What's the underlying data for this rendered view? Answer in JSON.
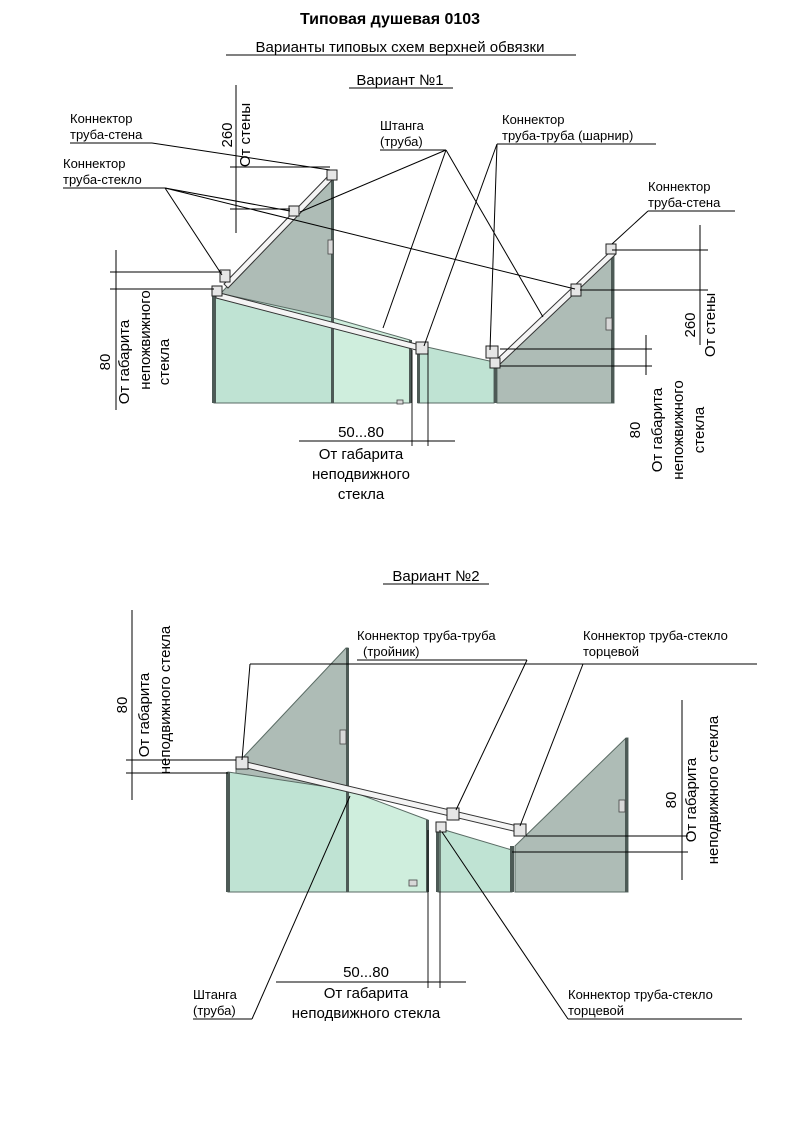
{
  "title": "Типовая душевая 0103",
  "subtitle": "Варианты типовых схем верхней обвязки",
  "variant1": {
    "heading": "Вариант №1",
    "labels": {
      "conn_wall_left": [
        "Коннектор",
        "труба-стена"
      ],
      "conn_glass": [
        "Коннектор",
        "труба-стекло"
      ],
      "rod": [
        "Штанга",
        "(труба)"
      ],
      "conn_hinge": [
        "Коннектор",
        "труба-труба (шарнир)"
      ],
      "conn_wall_right": [
        "Коннектор",
        "труба-стена"
      ]
    },
    "dims": {
      "left_wall": [
        "260",
        "От стены"
      ],
      "left_glass": [
        "80",
        "От габарита",
        "непожвижного",
        "стекла"
      ],
      "bottom": [
        "50...80",
        "От габарита",
        "неподвижного",
        "стекла"
      ],
      "right_wall": [
        "260",
        "От стены"
      ],
      "right_glass": [
        "80",
        "От габарита",
        "непожвижного",
        "стекла"
      ]
    }
  },
  "variant2": {
    "heading": "Вариант №2",
    "labels": {
      "conn_tee": [
        "Коннектор труба-труба",
        "(тройник)"
      ],
      "conn_end_top": [
        "Коннектор труба-стекло",
        "торцевой"
      ],
      "rod": [
        "Штанга",
        "(труба)"
      ],
      "conn_end_bottom": [
        "Коннектор труба-стекло",
        "торцевой"
      ]
    },
    "dims": {
      "left_glass": [
        "80",
        "От габарита",
        "неподвижного стекла"
      ],
      "right_glass": [
        "80",
        "От габарита",
        "неподвижного стекла"
      ],
      "bottom": [
        "50...80",
        "От габарита",
        "неподвижного стекла"
      ]
    }
  }
}
